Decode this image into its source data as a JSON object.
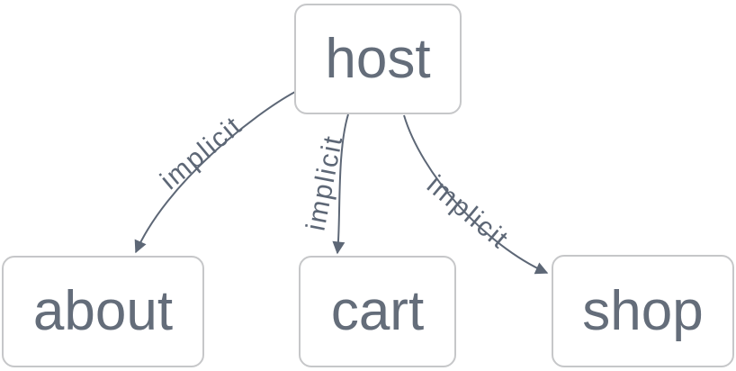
{
  "diagram": {
    "type": "graph",
    "direction": "top-down",
    "nodes": [
      {
        "id": "host",
        "label": "host"
      },
      {
        "id": "about",
        "label": "about"
      },
      {
        "id": "cart",
        "label": "cart"
      },
      {
        "id": "shop",
        "label": "shop"
      }
    ],
    "edges": [
      {
        "from": "host",
        "to": "about",
        "label": "implicit",
        "arrow": "arrowhead-icon"
      },
      {
        "from": "host",
        "to": "cart",
        "label": "implicit",
        "arrow": "arrowhead-icon"
      },
      {
        "from": "host",
        "to": "shop",
        "label": "implicit",
        "arrow": "arrowhead-icon"
      }
    ],
    "colors": {
      "background": "#ffffff",
      "node_border": "#c6c7c9",
      "node_fill": "#ffffff",
      "node_text": "#646d7a",
      "edge_stroke": "#5d6776",
      "edge_label_text": "#5d6776"
    }
  }
}
